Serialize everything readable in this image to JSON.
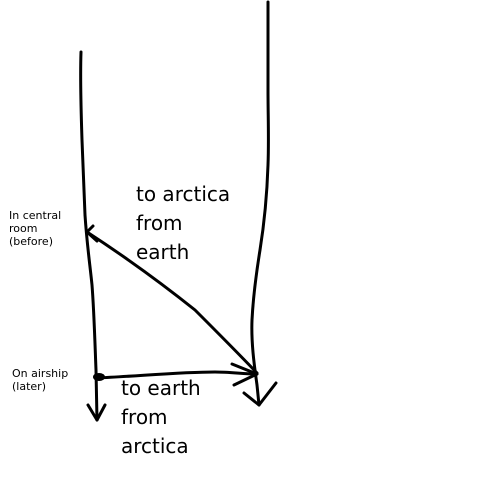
{
  "labels": {
    "before": "In central\nroom\n(before)",
    "later": "On airship\n(later)",
    "to_arctica": "to arctica\nfrom\nearth",
    "to_earth": "to earth\nfrom\narctica"
  },
  "colors": {
    "ink": "#000000",
    "background": "#ffffff"
  }
}
